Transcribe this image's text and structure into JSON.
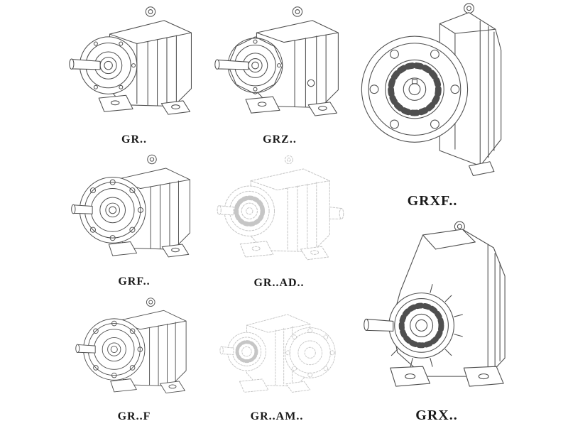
{
  "figures": {
    "gr": {
      "label": "GR.."
    },
    "grz": {
      "label": "GRZ.."
    },
    "grxf": {
      "label": "GRXF.."
    },
    "grf": {
      "label": "GRF.."
    },
    "grad": {
      "label": "GR..AD.."
    },
    "grx": {
      "label": "GRX.."
    },
    "grff": {
      "label": "GR..F"
    },
    "gram": {
      "label": "GR..AM.."
    }
  },
  "style": {
    "line_color": "#4f4f4f",
    "ghost_line_color": "#c6c6c6",
    "label_color": "#1a1a1a",
    "background": "#ffffff"
  }
}
